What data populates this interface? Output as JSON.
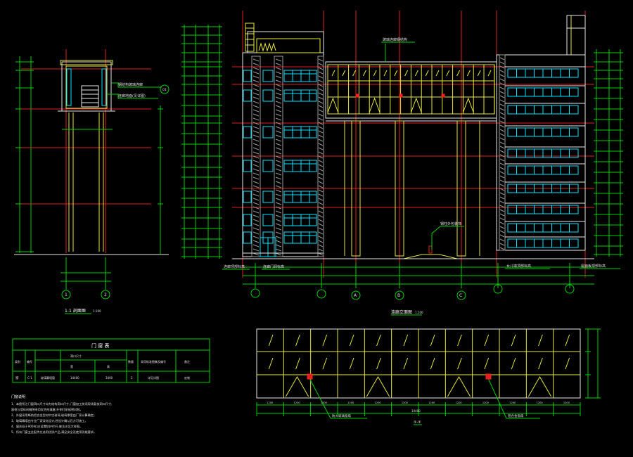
{
  "colors": {
    "background": "#000000",
    "structure": "#00d000",
    "grid": "#e02020",
    "window": "#00e5ff",
    "frame": "#e8e8e8",
    "glass": "#e8e840",
    "hatch": "#9a9a9a",
    "highlight": "#ff2020"
  },
  "section": {
    "title": "1-1 剖面图",
    "scale": "1:100",
    "axis_1": "1",
    "axis_2": "2",
    "note_1": "钢结构玻璃连廊",
    "note_2": "连廊地面(见详图)",
    "callout": "01"
  },
  "elevation": {
    "title": "连廊立面图",
    "scale": "1:100",
    "note_corridor": "玻璃连廊钢结构",
    "note_column": "钢柱外包装饰",
    "label_left_1": "连廊顶部标高",
    "label_left_2": "连廊门洞标高",
    "label_right_1": "女儿墙顶部标高",
    "label_right_2": "屋面板顶部标高",
    "axis_labels": [
      "A",
      "B",
      "C"
    ]
  },
  "detail": {
    "title": "①-①",
    "note_left": "防火玻璃窗扇",
    "note_right": "铝合金窗扇",
    "dims": [
      "1200",
      "1200",
      "1200",
      "1200",
      "1200",
      "1200",
      "1200",
      "1200",
      "1200",
      "1200",
      "1200",
      "1200"
    ],
    "total": "14400"
  },
  "schedule": {
    "title": "门 窗 表",
    "headers": [
      "类别",
      "编号",
      "洞口尺寸",
      "宽",
      "高",
      "数量",
      "采用标准图集及编号",
      "备注"
    ],
    "row": [
      "窗",
      "C-1",
      "玻璃幕墙窗",
      "14400",
      "3400",
      "2",
      "详见详图",
      "定制"
    ]
  },
  "notes": {
    "heading": "门窗说明",
    "lines": [
      "1、本图所注门窗洞口尺寸均为结构洞口尺寸,门窗加工前须现场复核洞口尺寸,",
      "   窗框与墙体间缝隙采用发泡剂填塞,外侧打耐候密封胶。",
      "2、外窗采用断热铝合金型材中空玻璃,玻璃厚度由厂家计算确定。",
      "3、玻璃幕墙由专业厂家深化设计,经设计确认后方可施工。",
      "4、窗台低于900时,应设置防护栏杆,做法详见大样图。",
      "5、所有门窗五金配件应选用优质产品,满足安全及使用功能要求。"
    ]
  }
}
